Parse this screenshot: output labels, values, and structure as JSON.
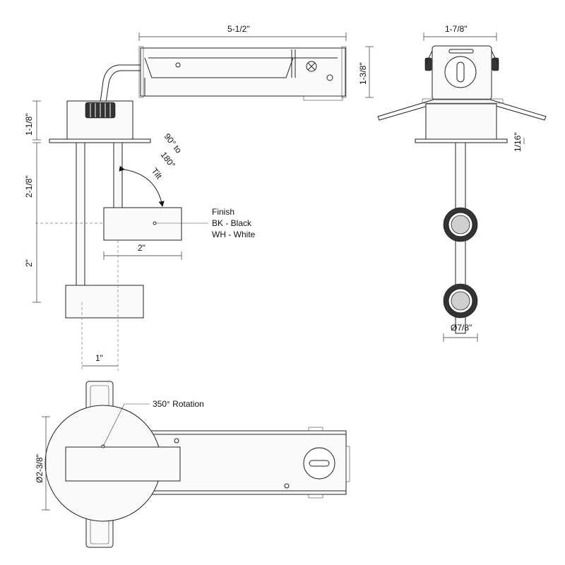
{
  "dimensions": {
    "top_length": "5-1/2\"",
    "top_height": "1-3/8\"",
    "end_width": "1-7/8\"",
    "flange": "1/16\"",
    "left_h1": "1-1/8\"",
    "left_h2": "2-1/8\"",
    "left_h3": "2\"",
    "head_width": "2\"",
    "offset": "1\"",
    "lens_dia": "Ø7/8\"",
    "base_dia": "Ø2-3/8\""
  },
  "annotations": {
    "tilt_line1": "90° to",
    "tilt_line2": "180°",
    "tilt_word": "Tilt",
    "rotation": "350° Rotation"
  },
  "finish": {
    "title": "Finish",
    "opt1": "BK - Black",
    "opt2": "WH - White"
  }
}
